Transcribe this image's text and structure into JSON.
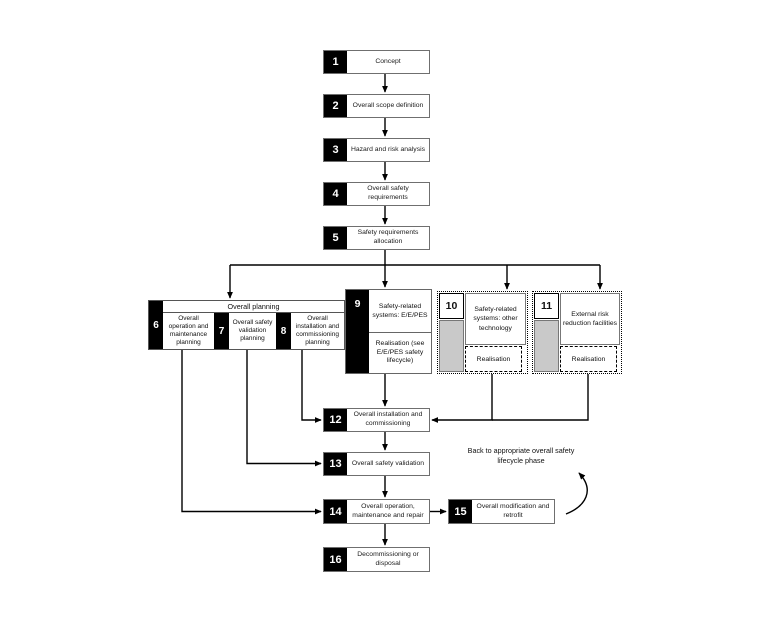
{
  "palette": {
    "background": "#ffffff",
    "line": "#000000",
    "box_border": "#6f6f6f",
    "number_block_bg": "#000000",
    "number_block_fg": "#ffffff",
    "gray_fill": "#c9c9c9"
  },
  "boxes": {
    "b1": {
      "num": "1",
      "label": "Concept"
    },
    "b2": {
      "num": "2",
      "label": "Overall scope definition"
    },
    "b3": {
      "num": "3",
      "label": "Hazard and risk analysis"
    },
    "b4": {
      "num": "4",
      "label": "Overall safety requirements"
    },
    "b5": {
      "num": "5",
      "label": "Safety requirements allocation"
    },
    "b12": {
      "num": "12",
      "label": "Overall installation and commissioning"
    },
    "b13": {
      "num": "13",
      "label": "Overall safety validation"
    },
    "b14": {
      "num": "14",
      "label": "Overall operation, maintenance and repair"
    },
    "b15": {
      "num": "15",
      "label": "Overall modification and retrofit"
    },
    "b16": {
      "num": "16",
      "label": "Decommissioning or disposal"
    }
  },
  "planning": {
    "header": "Overall planning",
    "items": [
      {
        "num": "6",
        "label": "Overall operation and maintenance planning"
      },
      {
        "num": "7",
        "label": "Overall safety validation planning"
      },
      {
        "num": "8",
        "label": "Overall installation and commissioning planning"
      }
    ]
  },
  "realisation": [
    {
      "num": "9",
      "system": "Safety-related systems: E/E/PES",
      "realisation": "Realisation (see E/E/PES safety lifecycle)"
    },
    {
      "num": "10",
      "system": "Safety-related systems: other technology",
      "realisation": "Realisation"
    },
    {
      "num": "11",
      "system": "External risk reduction facilities",
      "realisation": "Realisation"
    }
  ],
  "note": {
    "back": "Back to appropriate overall safety lifecycle phase"
  }
}
